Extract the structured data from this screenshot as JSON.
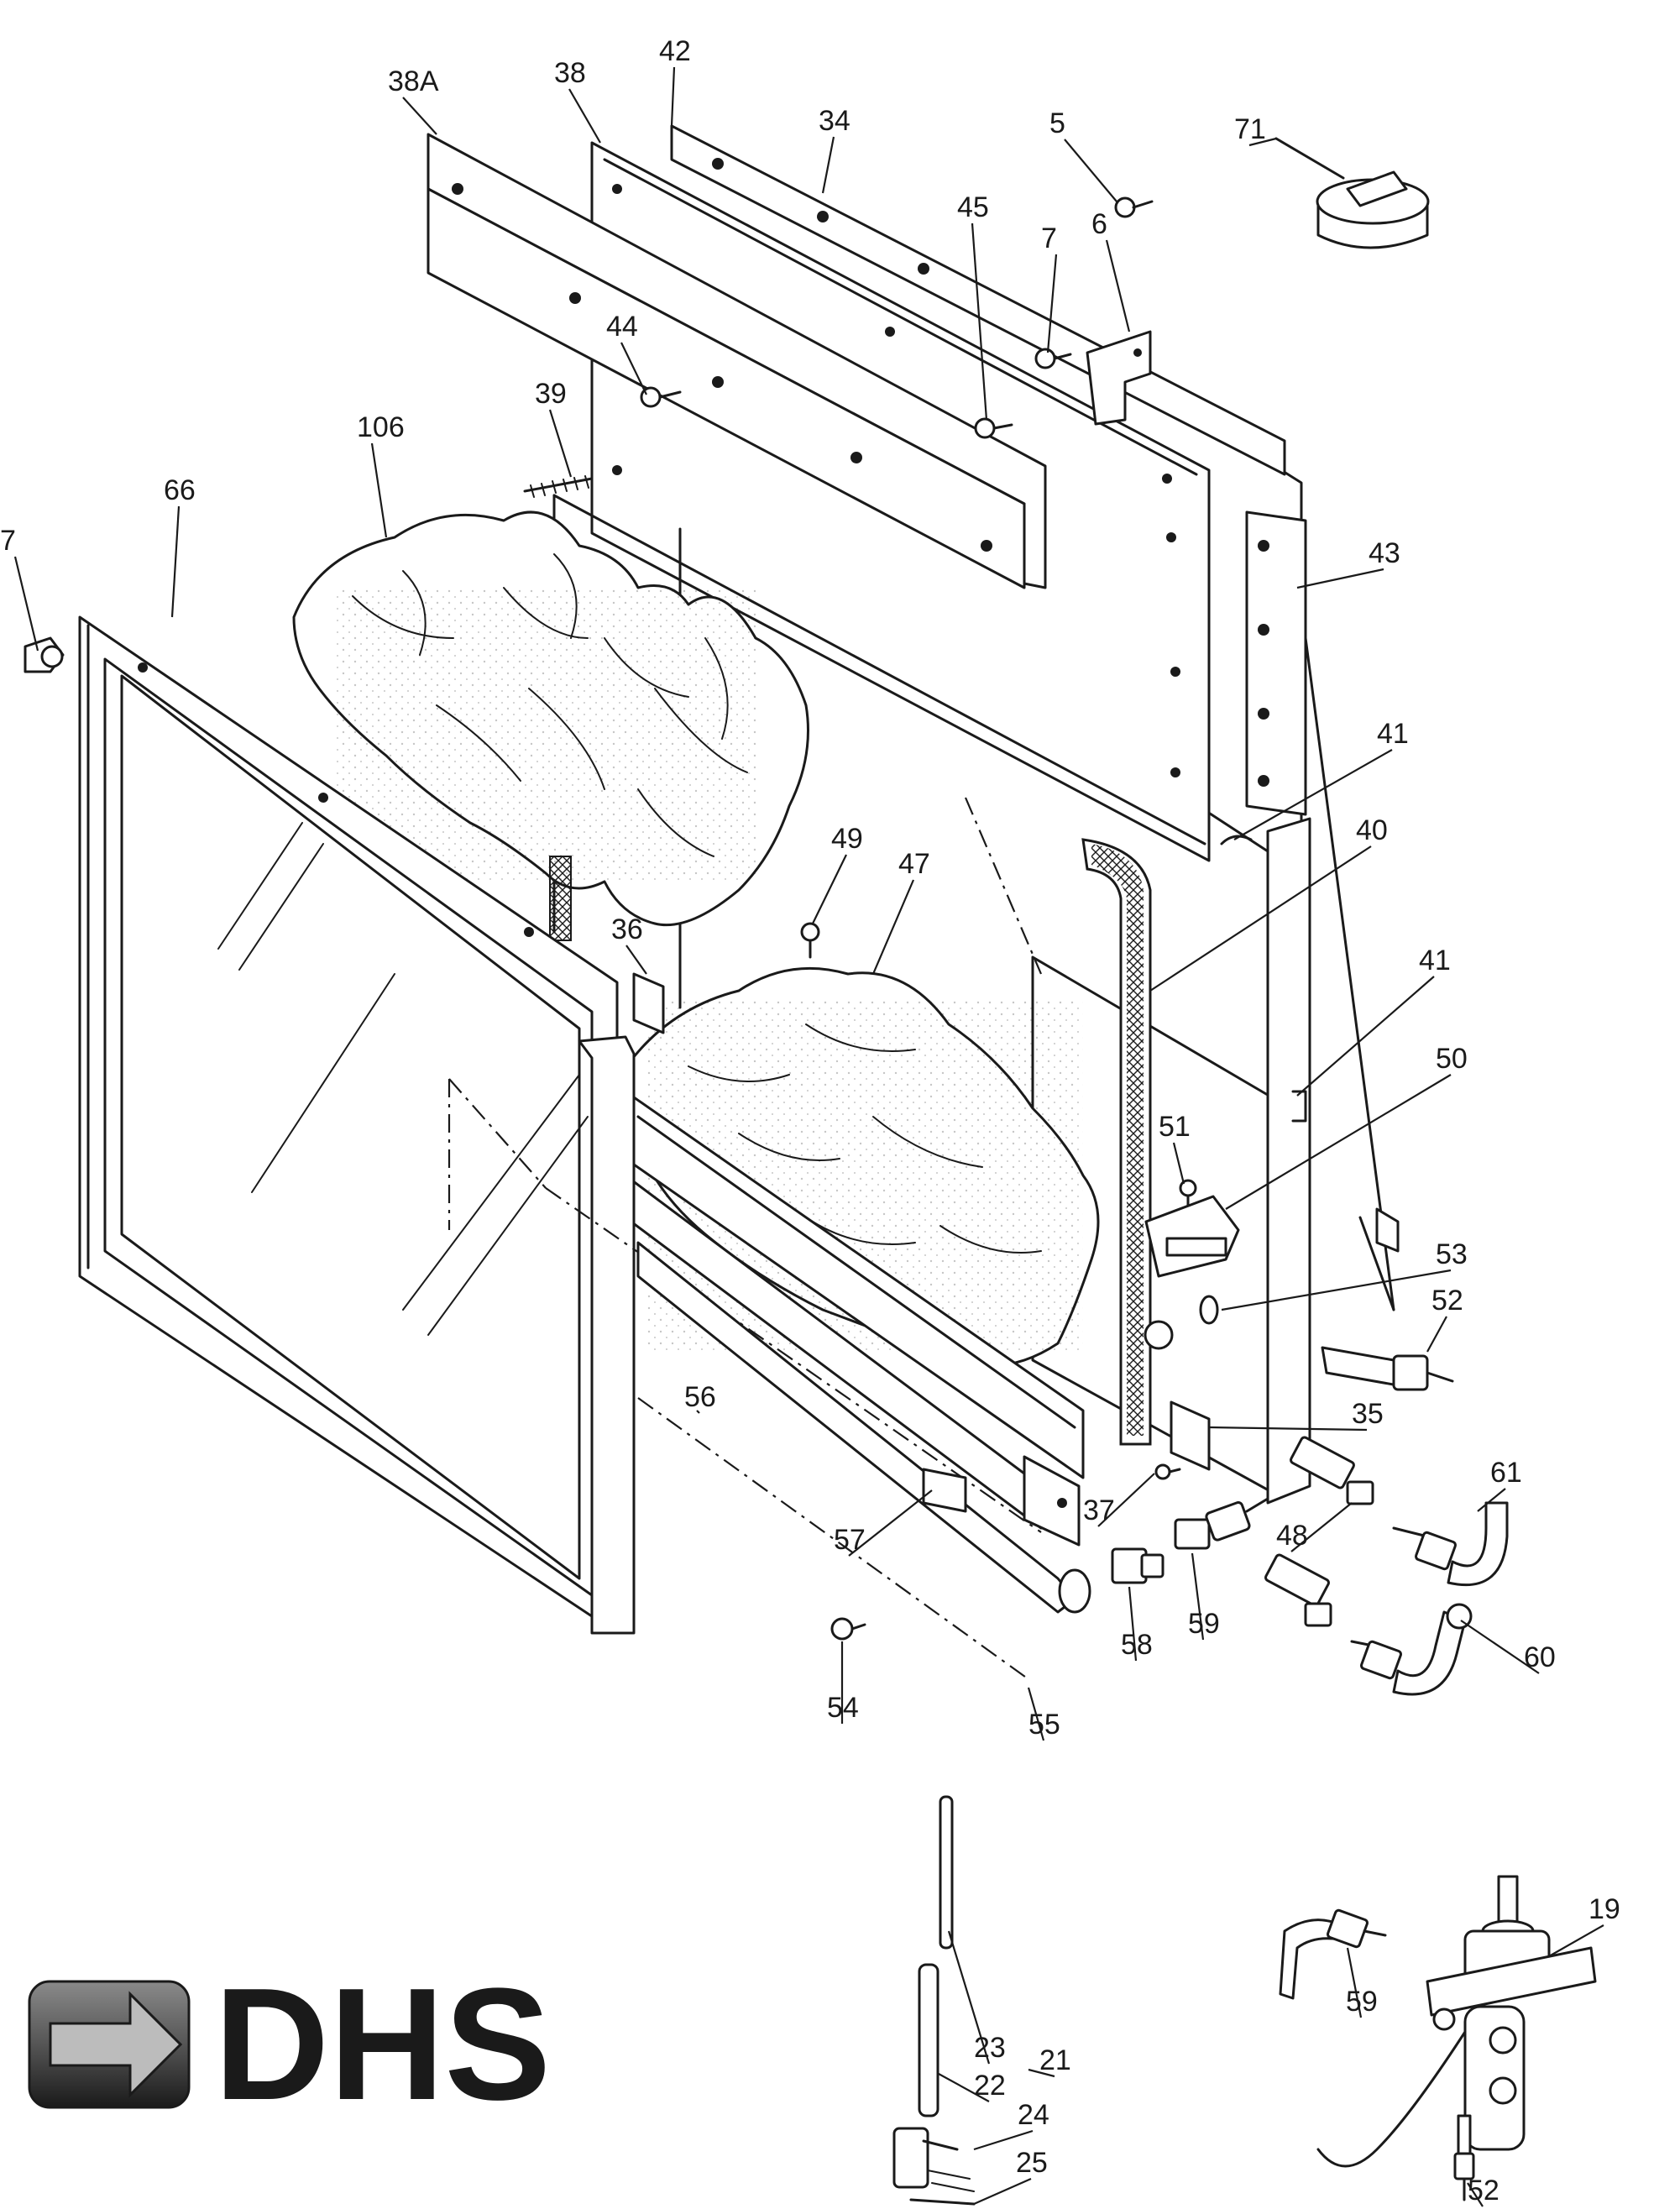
{
  "logo": {
    "text": "DHS"
  },
  "callouts": [
    "38A",
    "38",
    "42",
    "34",
    "5",
    "71",
    "45",
    "7",
    "6",
    "44",
    "39",
    "106",
    "66",
    "7",
    "43",
    "41",
    "40",
    "49",
    "47",
    "36",
    "41",
    "50",
    "51",
    "53",
    "52",
    "35",
    "56",
    "61",
    "37",
    "48",
    "57",
    "58",
    "59",
    "60",
    "54",
    "55",
    "19",
    "59",
    "23",
    "21",
    "22",
    "24",
    "25",
    "52"
  ],
  "colors": {
    "ink": "#1a1a1a",
    "paper": "#ffffff",
    "logo_gradient_top": "#8a8a8a",
    "logo_gradient_bottom": "#1a1a1a"
  }
}
